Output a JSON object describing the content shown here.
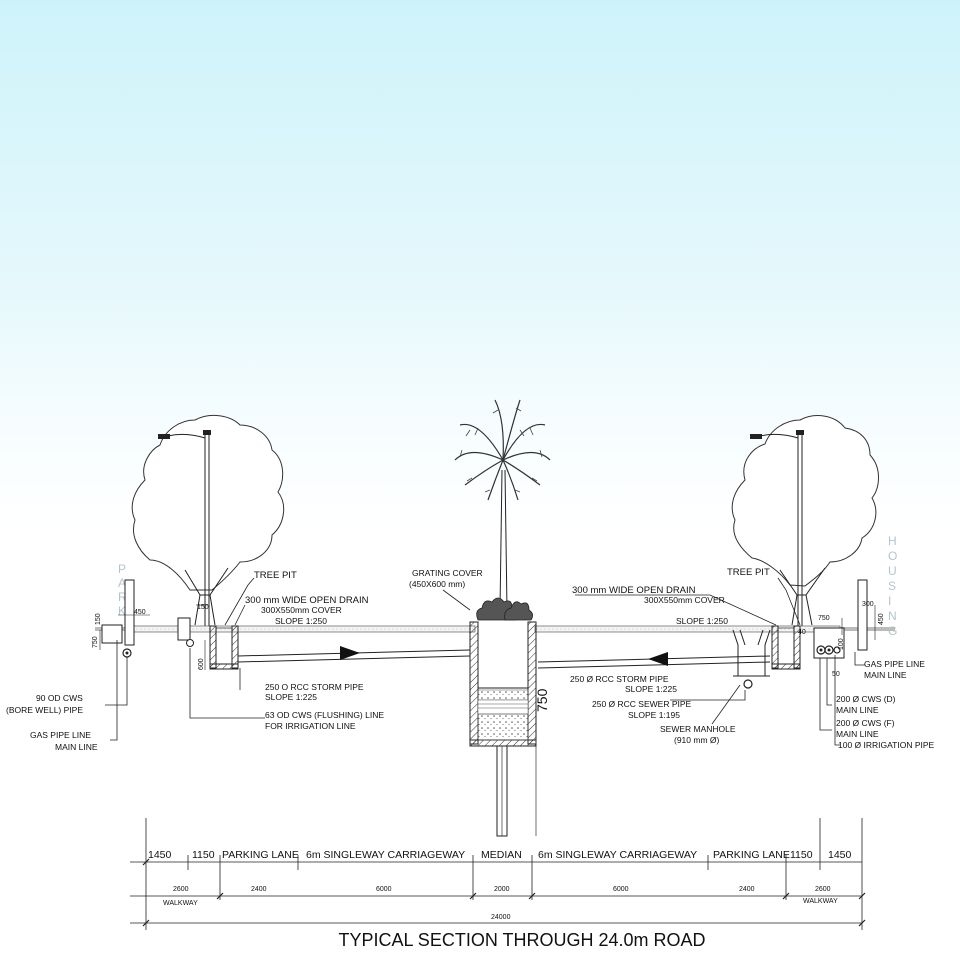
{
  "diagram": {
    "title": "TYPICAL SECTION THROUGH 24.0m ROAD",
    "side_labels": {
      "left": "PARK",
      "right": "HOUSING"
    },
    "annotations": {
      "tree_pit_left": "TREE PIT",
      "tree_pit_right": "TREE PIT",
      "drain_left": "300 mm WIDE OPEN DRAIN",
      "drain_left_cover": "300X550mm COVER",
      "drain_right": "300 mm WIDE OPEN DRAIN",
      "drain_right_cover": "300X550mm COVER",
      "slope_left": "SLOPE 1:250",
      "slope_right": "SLOPE 1:250",
      "grating_cover": "GRATING COVER",
      "grating_cover_size": "(450X600 mm)",
      "storm_pipe_left": "250 O RCC STORM PIPE",
      "storm_pipe_left_slope": "SLOPE 1:225",
      "storm_pipe_right": "250 Ø RCC STORM PIPE",
      "storm_pipe_right_slope": "SLOPE 1:225",
      "sewer_pipe": "250 Ø RCC SEWER PIPE",
      "sewer_pipe_slope": "SLOPE 1:195",
      "sewer_manhole": "SEWER MANHOLE",
      "sewer_manhole_size": "(910 mm Ø)",
      "cws_flushing": "63 OD CWS (FLUSHING) LINE",
      "irrigation_line": "FOR IRRIGATION LINE",
      "cws_borewell_1": "90 OD CWS",
      "cws_borewell_2": "(BORE WELL) PIPE",
      "gas_left_1": "GAS PIPE LINE",
      "gas_left_2": "MAIN LINE",
      "gas_right_1": "GAS PIPE LINE",
      "gas_right_2": "MAIN LINE",
      "cws_d_1": "200 Ø CWS (D)",
      "cws_d_2": "MAIN LINE",
      "cws_f_1": "200 Ø CWS (F)",
      "cws_f_2": "MAIN LINE",
      "irrigation_pipe": "100 Ø IRRIGATION PIPE",
      "median_depth": "750",
      "dim_450_left": "450",
      "dim_750_left": "750",
      "dim_150_left": "150",
      "dim_150_pit": "150",
      "dim_600_pit": "600",
      "dim_750_right": "750",
      "dim_40_right": "40",
      "dim_300_right": "300",
      "dim_450_right": "450",
      "dim_100_right": "100",
      "dim_50_right": "50"
    },
    "dimensions_top": [
      "1450",
      "1150",
      "PARKING LANE",
      "6m SINGLEWAY CARRIAGEWAY",
      "MEDIAN",
      "6m SINGLEWAY CARRIAGEWAY",
      "PARKING LANE",
      "1150",
      "1450"
    ],
    "dimensions_bottom": [
      "2600",
      "2400",
      "6000",
      "2000",
      "6000",
      "2400",
      "2600"
    ],
    "walkway_left": "WALKWAY",
    "walkway_right": "WALKWAY",
    "total_width": "24000"
  }
}
